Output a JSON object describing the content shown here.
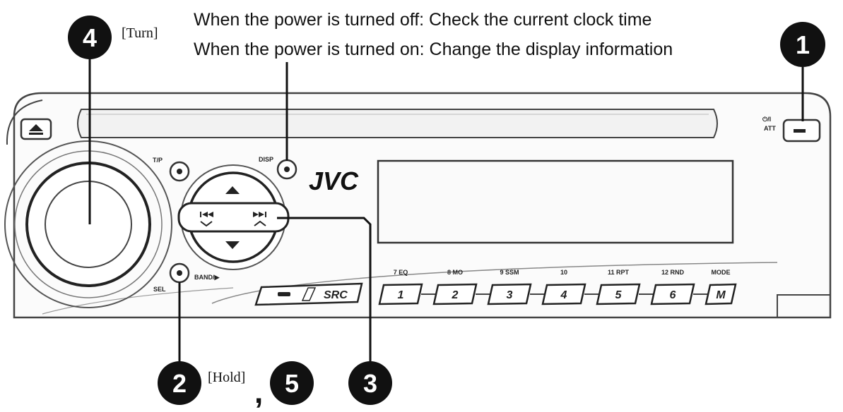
{
  "captions": {
    "power_off": "When the power is turned off: Check the current clock time",
    "power_on": "When the power is turned on: Change the display information"
  },
  "callouts": {
    "one": "1",
    "two": "2",
    "three": "3",
    "four": "4",
    "five": "5",
    "comma": ",",
    "turn": "[Turn]",
    "hold": "[Hold]"
  },
  "device": {
    "brand": "JVC",
    "power_label_top": "⏻/I",
    "power_label_bottom": "ATT",
    "tp_label": "T/P",
    "disp_label": "DISP",
    "sel_label": "SEL",
    "band_label": "BAND/▶",
    "src_label": "SRC",
    "preset_top_labels": [
      "7 EQ",
      "8 MO",
      "9 SSM",
      "10",
      "11 RPT",
      "12 RND",
      "MODE"
    ],
    "preset_buttons": [
      "1",
      "2",
      "3",
      "4",
      "5",
      "6",
      "M"
    ]
  }
}
